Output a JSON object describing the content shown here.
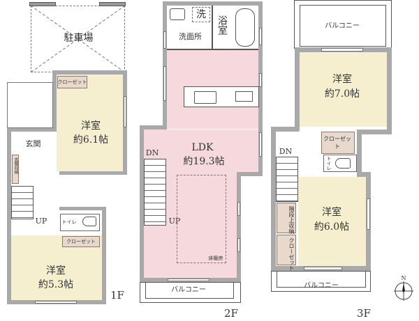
{
  "floors": [
    {
      "label": "1F",
      "parking": "駐車場",
      "rooms": [
        {
          "name": "洋室",
          "size": "約6.1帖"
        },
        {
          "name": "洋室",
          "size": "約5.3帖"
        }
      ],
      "entrance": "玄関",
      "entrance_storage": "玄関収納",
      "closet_1": "クローゼット",
      "closet_2": "クローゼット",
      "toilet": "トイレ",
      "stairs": "UP"
    },
    {
      "label": "2F",
      "ldk": {
        "name": "LDK",
        "size": "約19.3帖"
      },
      "wash": "洗",
      "washroom": "洗面所",
      "bathroom": "浴室",
      "floor_heating": "床暖房",
      "balcony": "バルコニー",
      "stairs_dn": "DN",
      "stairs_up": "UP"
    },
    {
      "label": "3F",
      "rooms": [
        {
          "name": "洋室",
          "size": "約7.0帖"
        },
        {
          "name": "洋室",
          "size": "約6.0帖"
        }
      ],
      "balcony_top": "バルコニー",
      "balcony_bottom": "バルコニー",
      "closet_top": "クローゼット",
      "stair_storage": "階段上収納",
      "closet_bottom": "クローゼット",
      "toilet": "トイレ",
      "stairs_dn": "DN"
    }
  ],
  "compass": {
    "north": "N"
  },
  "colors": {
    "wall": "#a9a9a9",
    "western_room": "#f5efcf",
    "ldk": "#f6d9dc",
    "storage": "#e8d9cc"
  }
}
